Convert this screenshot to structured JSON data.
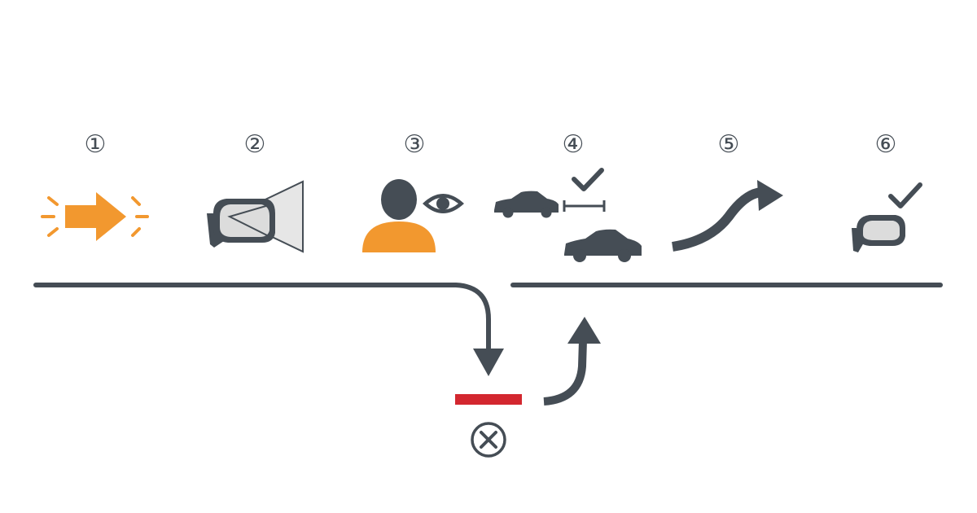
{
  "steps": [
    {
      "number": "①",
      "icon": "turn-signal-icon"
    },
    {
      "number": "②",
      "icon": "side-mirror-view-icon"
    },
    {
      "number": "③",
      "icon": "driver-shoulder-check-icon"
    },
    {
      "number": "④",
      "icon": "safe-gap-cars-icon"
    },
    {
      "number": "⑤",
      "icon": "curved-merge-arrow-icon"
    },
    {
      "number": "⑥",
      "icon": "mirror-checked-icon"
    }
  ],
  "abort_branch": {
    "icon": "cancel-circle-x-icon",
    "barrier": "red-stop-bar"
  },
  "colors": {
    "dark": "#454d55",
    "orange": "#f2982f",
    "red": "#d3272f",
    "mirror_glass": "#dcdcdc",
    "background": "#ffffff"
  }
}
